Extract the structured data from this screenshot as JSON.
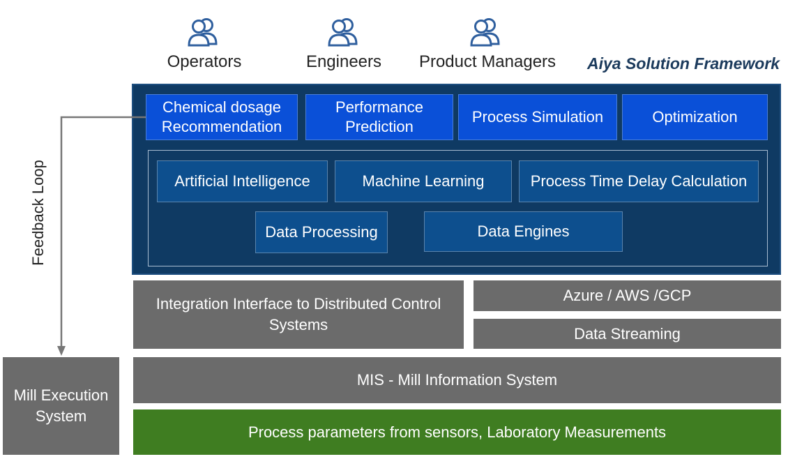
{
  "users": [
    {
      "label": "Operators",
      "icon": "users-icon"
    },
    {
      "label": "Engineers",
      "icon": "users-icon"
    },
    {
      "label": "Product Managers",
      "icon": "users-icon"
    }
  ],
  "framework_title": "Aiya Solution Framework",
  "applications": [
    "Chemical dosage Recommendation",
    "Performance Prediction",
    "Process Simulation",
    "Optimization"
  ],
  "core": [
    "Artificial Intelligence",
    "Machine Learning",
    "Process Time Delay Calculation",
    "Data Processing",
    "Data Engines"
  ],
  "integration": {
    "interface": "Integration Interface to Distributed Control Systems",
    "cloud": "Azure / AWS /GCP",
    "streaming": "Data Streaming"
  },
  "mis": "MIS - Mill Information System",
  "sensors": "Process parameters from sensors, Laboratory Measurements",
  "mill_execution": "Mill Execution System",
  "feedback_loop": "Feedback Loop",
  "colors": {
    "panel": "#0f3a63",
    "app_box": "#0a50d8",
    "core_box": "#0d4f8e",
    "grey": "#6b6b6b",
    "green": "#3f7d21"
  }
}
